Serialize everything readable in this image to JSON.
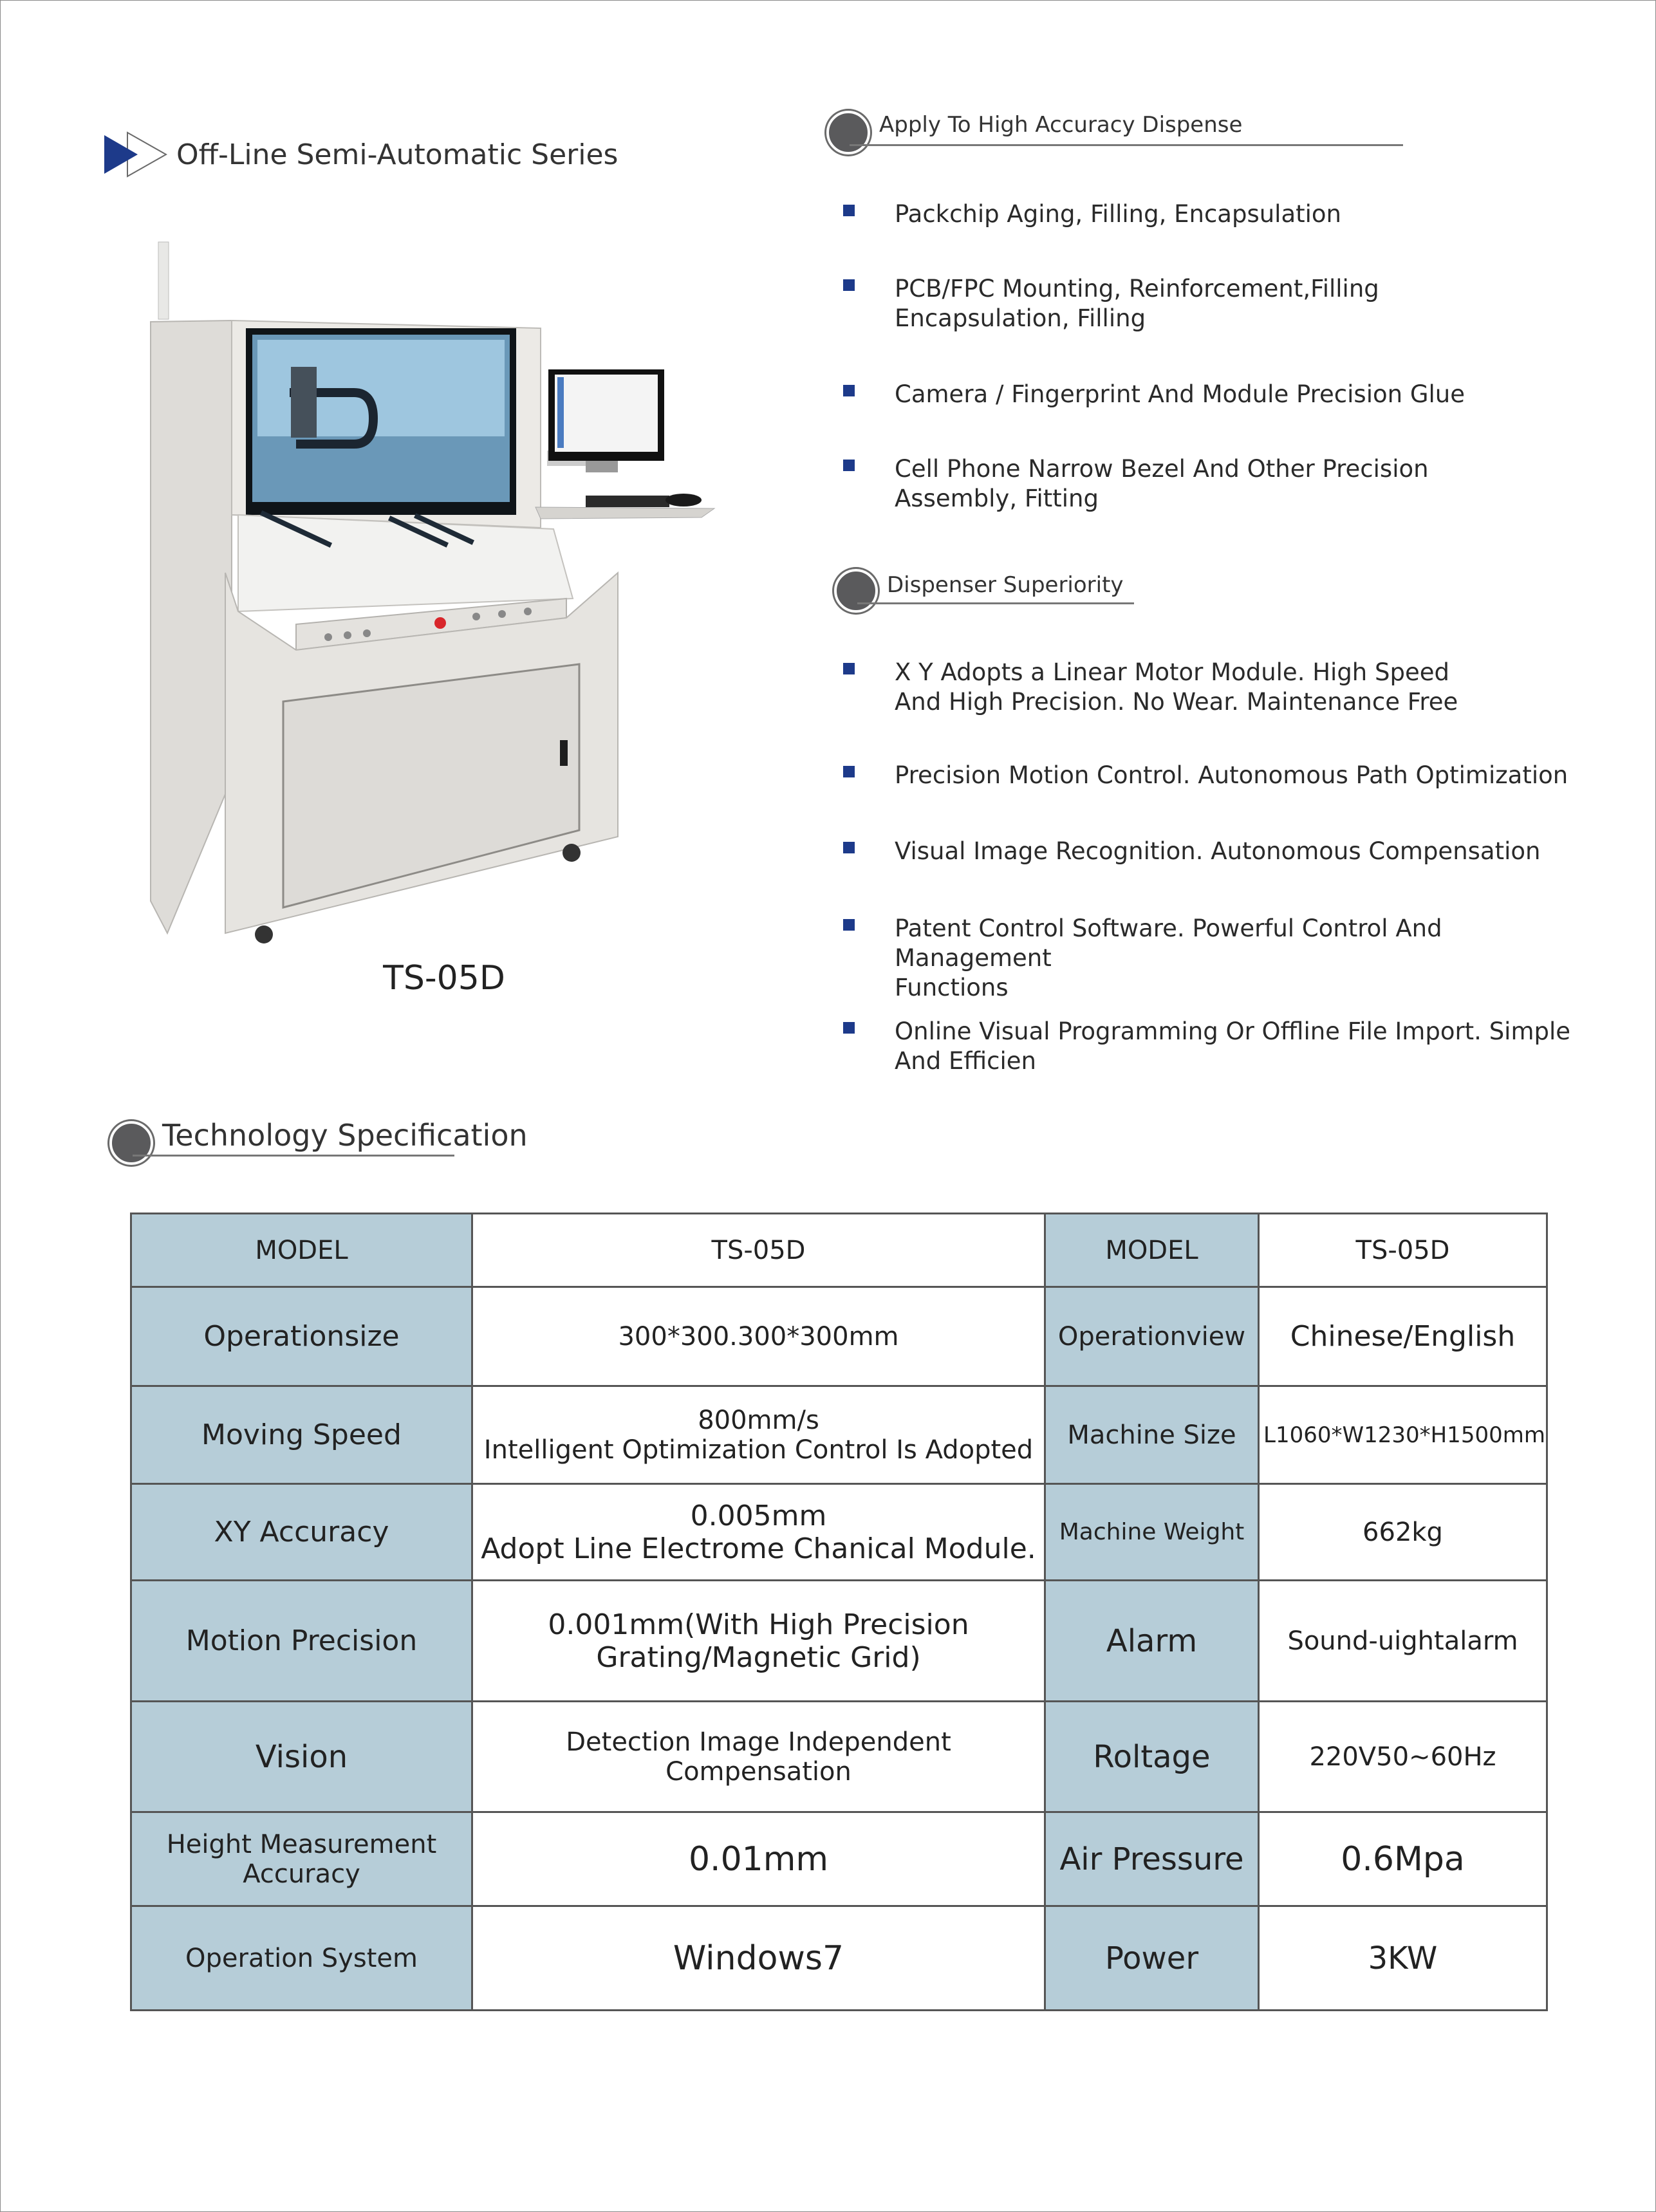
{
  "series": {
    "title": "Off-Line Semi-Automatic Series"
  },
  "product": {
    "model_caption": "TS-05D"
  },
  "apply_section": {
    "heading": "Apply To High Accuracy Dispense",
    "items": [
      [
        "Packchip Aging, Filling, Encapsulation"
      ],
      [
        "PCB/FPC Mounting, Reinforcement,Filling",
        "Encapsulation,  Filling"
      ],
      [
        "Camera / Fingerprint And Module Precision Glue"
      ],
      [
        "Cell Phone Narrow Bezel And Other Precision",
        "Assembly, Fitting"
      ]
    ]
  },
  "superiority_section": {
    "heading": "Dispenser Superiority",
    "items": [
      [
        "X Y Adopts a Linear Motor Module. High Speed",
        "And High Precision. No Wear. Maintenance Free"
      ],
      [
        "Precision Motion Control. Autonomous Path Optimization"
      ],
      [
        "Visual Image Recognition. Autonomous Compensation"
      ],
      [
        "Patent Control Software. Powerful Control And Management",
        "Functions"
      ],
      [
        "Online Visual Programming Or Offline File Import. Simple",
        "And Efficien"
      ]
    ]
  },
  "spec_section": {
    "heading": "Technology Specification"
  },
  "spec_table": {
    "rows": [
      {
        "l_label": "MODEL",
        "l_value": [
          "TS-05D"
        ],
        "r_label": "MODEL",
        "r_value": "TS-05D"
      },
      {
        "l_label": "Operationsize",
        "l_value": [
          "300*300.300*300mm"
        ],
        "r_label": "Operationview",
        "r_value": "Chinese/English"
      },
      {
        "l_label": "Moving Speed",
        "l_value": [
          "800mm/s",
          "Intelligent Optimization Control Is Adopted"
        ],
        "r_label": "Machine Size",
        "r_value": "L1060*W1230*H1500mm"
      },
      {
        "l_label": "XY  Accuracy",
        "l_value": [
          "0.005mm",
          "Adopt Line Electrome Chanical Module."
        ],
        "r_label": "Machine Weight",
        "r_value": "662kg"
      },
      {
        "l_label": "Motion Precision",
        "l_value": [
          "0.001mm(With High Precision",
          "Grating/Magnetic Grid)"
        ],
        "r_label": "Alarm",
        "r_value": "Sound-uightalarm"
      },
      {
        "l_label": "Vision",
        "l_value": [
          "Detection Image  Independent  Compensation"
        ],
        "r_label": "Roltage",
        "r_value": "220V50~60Hz"
      },
      {
        "l_label": [
          "Height Measurement",
          "Accuracy"
        ],
        "l_value": [
          "0.01mm"
        ],
        "r_label": "Air Pressure",
        "r_value": "0.6Mpa"
      },
      {
        "l_label": "Operation System",
        "l_value": [
          "Windows7"
        ],
        "r_label": "Power",
        "r_value": "3KW"
      }
    ]
  },
  "colors": {
    "header_cell": "#b6cdd8",
    "bullet": "#1d3a8a",
    "arrow": "#1d3a8a"
  }
}
